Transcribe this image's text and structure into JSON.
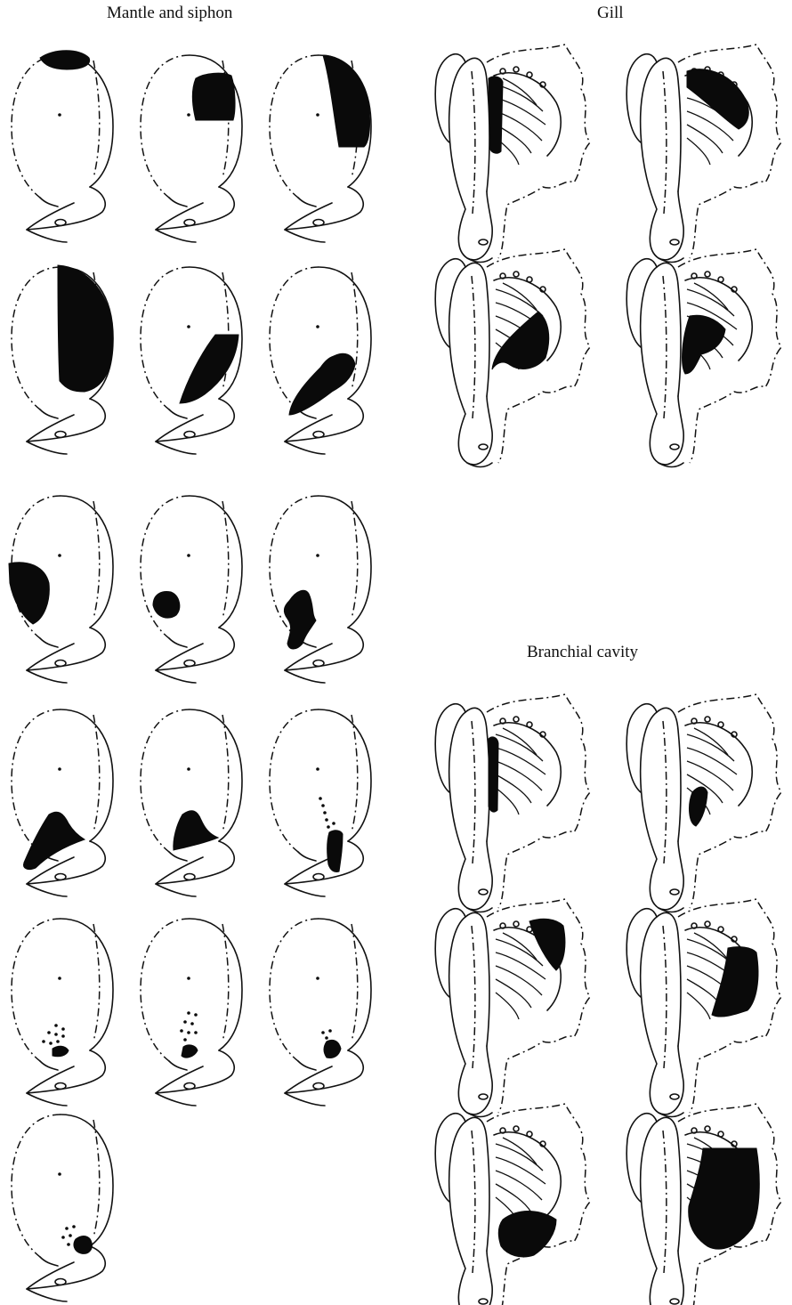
{
  "headings": {
    "mantle_siphon": "Mantle and siphon",
    "gill": "Gill",
    "branchial_cavity": "Branchial cavity"
  },
  "colors": {
    "ink": "#0a0a0a",
    "background": "#ffffff"
  },
  "panels": {
    "mantle_siphon": [
      {
        "shaded_region": "dorsal tip",
        "stippled": false
      },
      {
        "shaded_region": "upper right",
        "stippled": false
      },
      {
        "shaded_region": "right side",
        "stippled": false
      },
      {
        "shaded_region": "right half",
        "stippled": false
      },
      {
        "shaded_region": "lower right",
        "stippled": false
      },
      {
        "shaded_region": "lower right edge",
        "stippled": false
      },
      {
        "shaded_region": "left lower",
        "stippled": false
      },
      {
        "shaded_region": "small lower left",
        "stippled": false
      },
      {
        "shaded_region": "lower right lobe",
        "stippled": false
      },
      {
        "shaded_region": "siphon left",
        "stippled": false
      },
      {
        "shaded_region": "siphon center",
        "stippled": false
      },
      {
        "shaded_region": "siphon right",
        "stippled": true
      },
      {
        "shaded_region": "siphon base",
        "stippled": true
      },
      {
        "shaded_region": "siphon base",
        "stippled": true
      },
      {
        "shaded_region": "siphon right base",
        "stippled": true
      },
      {
        "shaded_region": "siphon base",
        "stippled": true
      }
    ],
    "gill": [
      {
        "shaded_region": "gill base strip"
      },
      {
        "shaded_region": "gill upper"
      },
      {
        "shaded_region": "gill lower"
      },
      {
        "shaded_region": "gill lower center"
      }
    ],
    "branchial_cavity": [
      {
        "shaded_region": "anterior gill edge"
      },
      {
        "shaded_region": "small lower"
      },
      {
        "shaded_region": "upper cavity"
      },
      {
        "shaded_region": "right cavity"
      },
      {
        "shaded_region": "lower cavity"
      },
      {
        "shaded_region": "large lower cavity"
      }
    ]
  }
}
